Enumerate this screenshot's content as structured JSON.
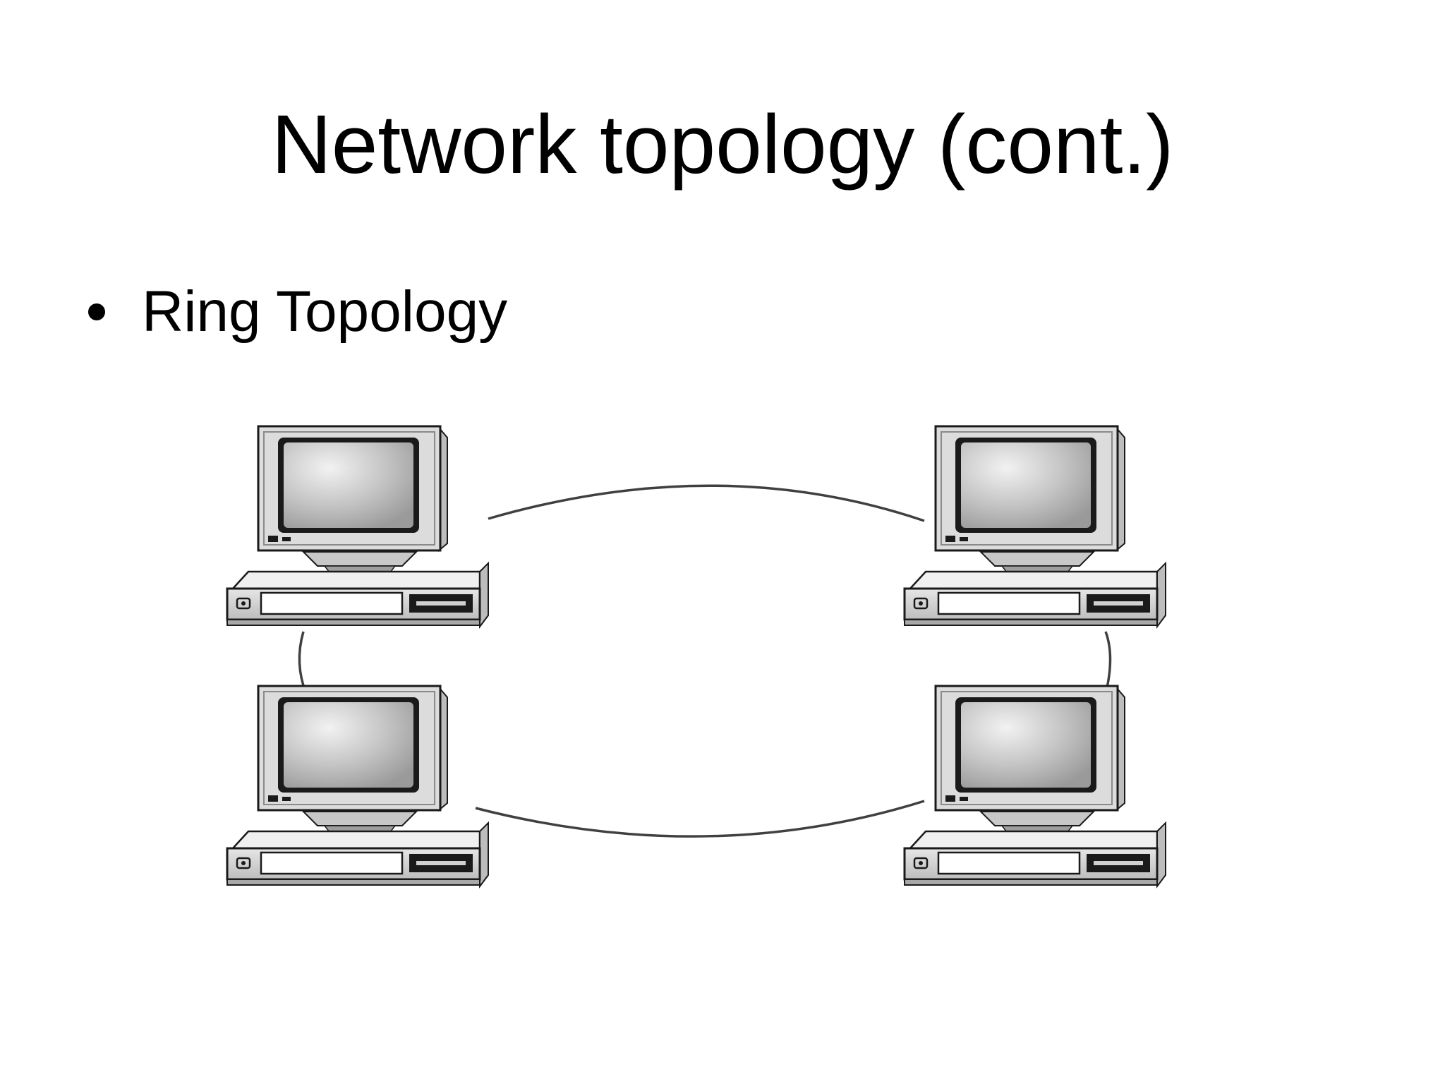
{
  "slide": {
    "title": "Network topology (cont.)",
    "bullets": [
      {
        "text": "Ring Topology"
      }
    ]
  },
  "diagram": {
    "type": "ring-topology",
    "nodes": [
      {
        "name": "computer-top-left"
      },
      {
        "name": "computer-top-right"
      },
      {
        "name": "computer-bottom-left"
      },
      {
        "name": "computer-bottom-right"
      }
    ],
    "links": [
      {
        "from": "computer-top-left",
        "to": "computer-top-right"
      },
      {
        "from": "computer-top-right",
        "to": "computer-bottom-right"
      },
      {
        "from": "computer-bottom-right",
        "to": "computer-bottom-left"
      },
      {
        "from": "computer-bottom-left",
        "to": "computer-top-left"
      }
    ],
    "colors": {
      "screen_frame": "#d9d9d9",
      "screen_glass": "#b0b0b0",
      "outline": "#1a1a1a",
      "link": "#404040"
    }
  }
}
